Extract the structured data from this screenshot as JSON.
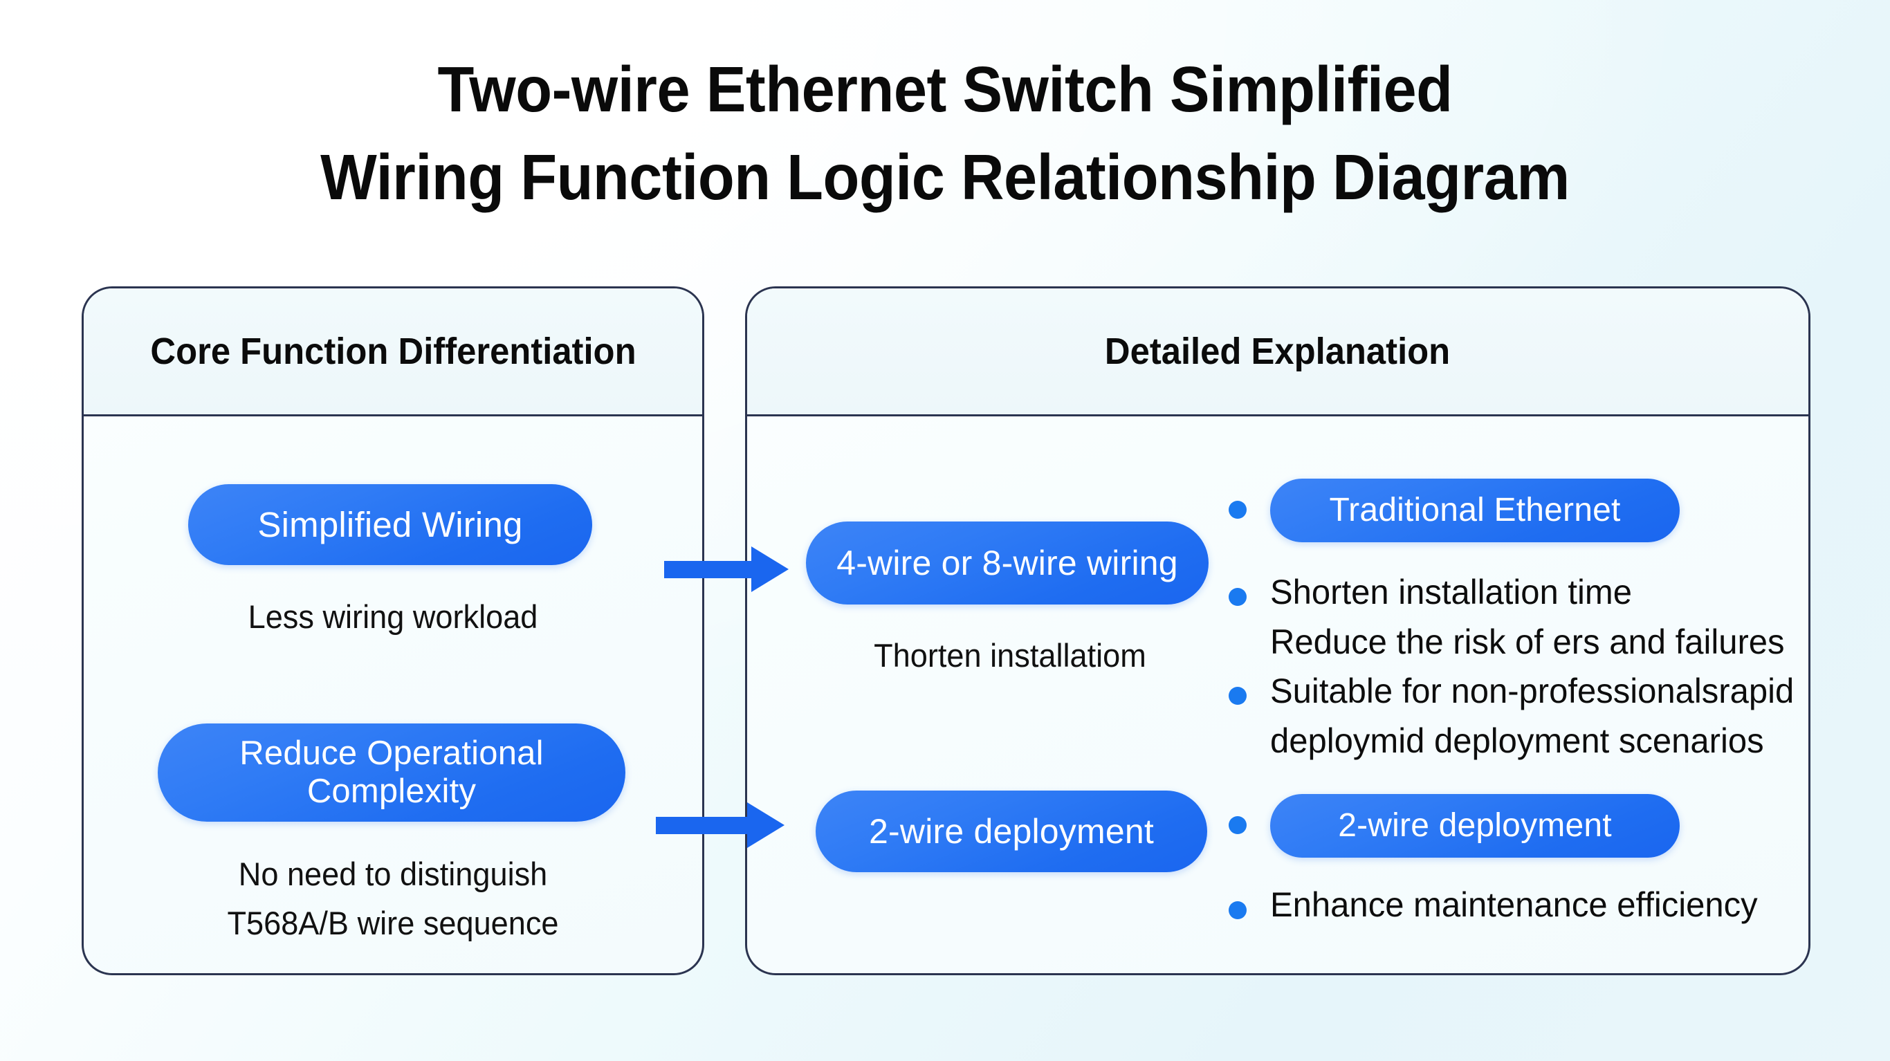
{
  "title": {
    "line1": "Two-wire Ethernet Switch Simplified",
    "line2": "Wiring Function Logic Relationship Diagram"
  },
  "colors": {
    "pill_blue": "#1a66ef",
    "pill_blue_light": "#3d84f7",
    "arrow_blue": "#1a66ef",
    "bullet_blue": "#1a7af0",
    "panel_border": "#2b3450",
    "text_dark": "#0d0d0d",
    "background_start": "#ffffff",
    "background_end": "#e6f5fa"
  },
  "panels": {
    "left": {
      "header": "Core Function Differentiation",
      "items": [
        {
          "pill": "Simplified Wiring",
          "caption": "Less wiring workload"
        },
        {
          "pill_line1": "Reduce Operational",
          "pill_line2": "Complexity",
          "caption": "No need to distinguish\nT568A/B wire sequence"
        }
      ]
    },
    "right": {
      "header": "Detailed Explanation",
      "middle_column": [
        {
          "pill": "4-wire or 8-wire wiring",
          "caption": "Thorten installatiom"
        },
        {
          "pill": "2-wire deployment",
          "caption": ""
        }
      ],
      "bullets": [
        {
          "type": "pill",
          "text": "Traditional Ethernet"
        },
        {
          "type": "text",
          "line1": "Shorten installation time",
          "line2": "Reduce the risk of ers and failures"
        },
        {
          "type": "text",
          "line1": "Suitable for non-professionalsrapid",
          "line2": "deploymid deployment scenarios"
        },
        {
          "type": "pill",
          "text": "2-wire deployment"
        },
        {
          "type": "text",
          "line1": "Enhance maintenance efficiency",
          "line2": ""
        }
      ]
    },
    "connectors": [
      {
        "name": "arrow-simplified-to-4wire",
        "icon": "arrow-right-icon"
      },
      {
        "name": "arrow-reduce-to-2wire",
        "icon": "arrow-right-icon"
      }
    ]
  }
}
